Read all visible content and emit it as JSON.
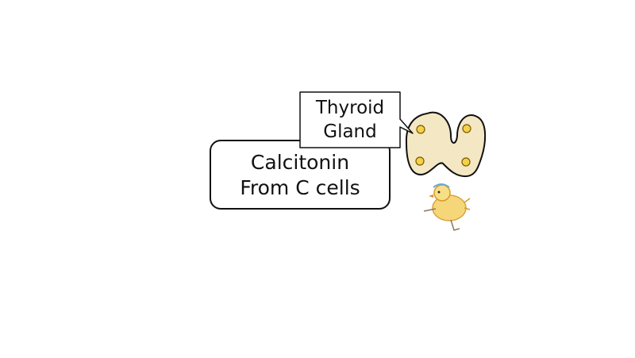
{
  "calcitonin_box": {
    "line1": "Calcitonin",
    "line2": "From C cells"
  },
  "thyroid_callout": {
    "line1": "Thyroid",
    "line2": "Gland"
  },
  "colors": {
    "thyroid_fill": "#f4e7c4",
    "thyroid_outline": "#111111",
    "follicle_fill": "#f3d24a",
    "chick_body": "#f4d36c",
    "chick_outline": "#d89a2a"
  },
  "icons": {
    "thyroid": "thyroid-gland-icon",
    "mascot": "chick-mascot-icon"
  }
}
